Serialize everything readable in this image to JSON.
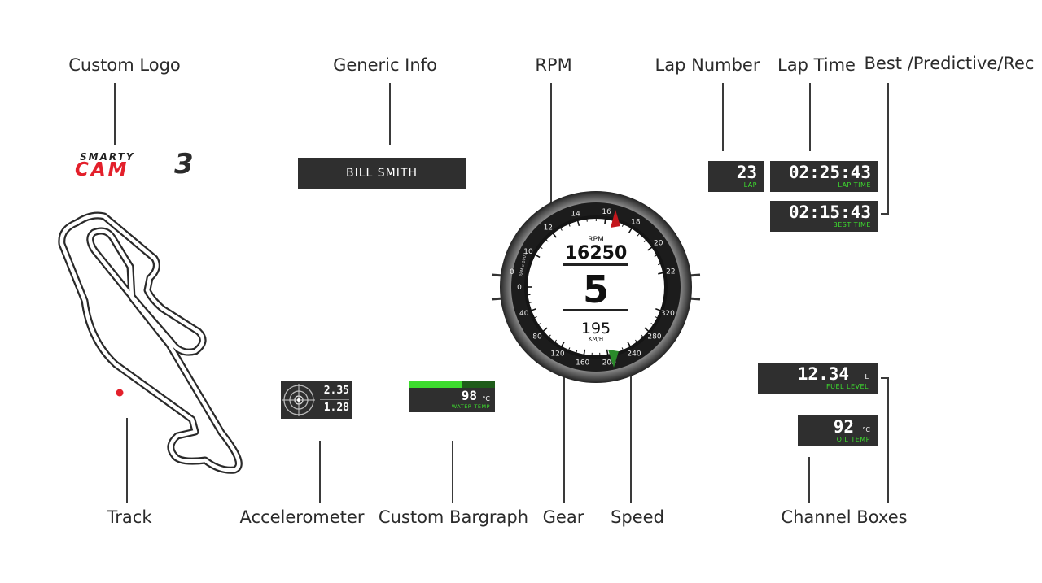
{
  "labels": {
    "custom_logo": "Custom Logo",
    "generic_info": "Generic Info",
    "rpm": "RPM",
    "lap_number": "Lap Number",
    "lap_time": "Lap Time",
    "best": "Best /Predictive/Rec",
    "track": "Track",
    "accelerometer": "Accelerometer",
    "custom_bargraph": "Custom Bargraph",
    "gear": "Gear",
    "speed": "Speed",
    "channel_boxes": "Channel Boxes"
  },
  "logo": {
    "line1": "SMARTY",
    "line2": "CAM",
    "line3": "3"
  },
  "driver_name": "BILL SMITH",
  "lap": {
    "value": "23",
    "caption": "LAP"
  },
  "lap_time": {
    "value": "02:25:43",
    "caption": "LAP TIME"
  },
  "best_time": {
    "value": "02:15:43",
    "caption": "BEST TIME"
  },
  "gauge": {
    "rpm_label": "RPM",
    "rpm_value": "16250",
    "gear": "5",
    "speed_value": "195",
    "speed_unit": "KM/H",
    "rpm_side_label": "RPM x 1000",
    "rpm_ticks": [
      "0",
      "10",
      "12",
      "14",
      "16",
      "18",
      "20",
      "22"
    ],
    "speed_ticks": [
      "0",
      "40",
      "80",
      "120",
      "160",
      "200",
      "240",
      "280",
      "320"
    ]
  },
  "accelerometer": {
    "value1": "2.35",
    "value2": "1.28"
  },
  "water_temp": {
    "value": "98",
    "unit": "°C",
    "caption": "WATER TEMP",
    "fill_fraction": 0.62
  },
  "fuel": {
    "value": "12.34",
    "unit": "L",
    "caption": "FUEL LEVEL"
  },
  "oil_temp": {
    "value": "92",
    "unit": "°C",
    "caption": "OIL TEMP"
  },
  "colors": {
    "accent_green": "#3ddb2e",
    "logo_red": "#e3202b",
    "box_bg": "#2f2f2f",
    "needle_red": "#c4161c"
  }
}
